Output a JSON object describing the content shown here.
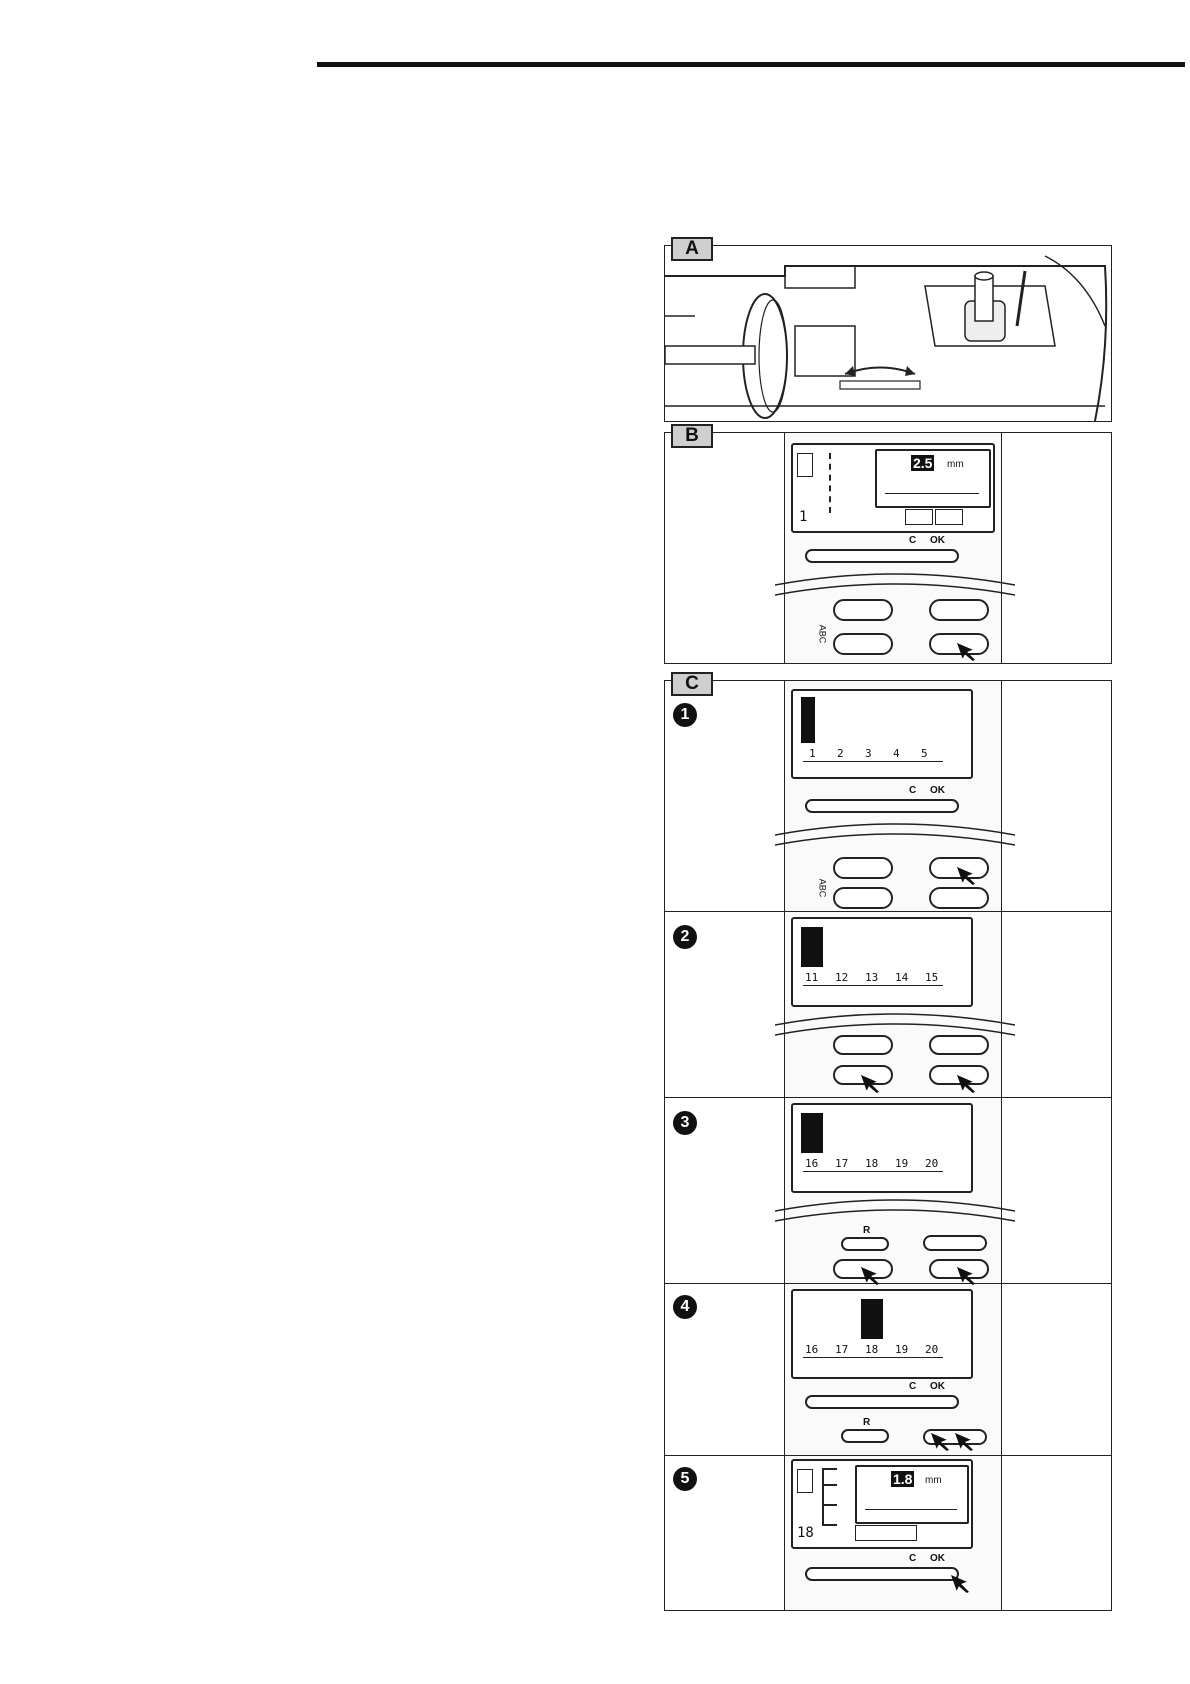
{
  "header_rule": true,
  "panels": {
    "A": {
      "label": "A"
    },
    "B": {
      "label": "B",
      "display_value": "2.5",
      "display_unit": "mm",
      "pattern_number": "1",
      "top_buttons": [
        "C",
        "OK"
      ],
      "side_label": "ABC"
    },
    "C": {
      "label": "C",
      "steps": [
        {
          "number": "1",
          "patterns": [
            "1",
            "2",
            "3",
            "4",
            "5"
          ],
          "top_buttons": [
            "C",
            "OK"
          ],
          "side_label": "ABC"
        },
        {
          "number": "2",
          "patterns": [
            "11",
            "12",
            "13",
            "14",
            "15"
          ]
        },
        {
          "number": "3",
          "patterns": [
            "16",
            "17",
            "18",
            "19",
            "20"
          ],
          "r_button": "R"
        },
        {
          "number": "4",
          "patterns": [
            "16",
            "17",
            "18",
            "19",
            "20"
          ],
          "top_buttons": [
            "C",
            "OK"
          ],
          "r_button": "R"
        },
        {
          "number": "5",
          "display_value": "1.8",
          "display_unit": "mm",
          "pattern_number": "18",
          "top_buttons": [
            "C",
            "OK"
          ]
        }
      ]
    }
  }
}
